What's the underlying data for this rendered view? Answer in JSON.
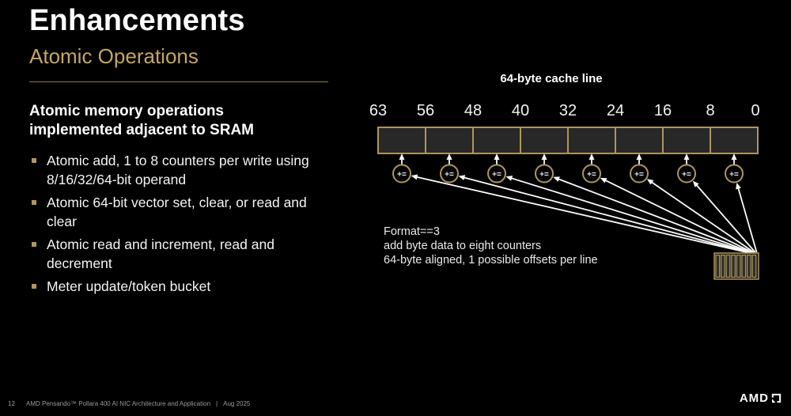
{
  "slide": {
    "title": "Enhancements",
    "subtitle": "Atomic Operations",
    "content": {
      "heading": "Atomic memory operations\nimplemented adjacent to SRAM",
      "bullets": [
        "Atomic add, 1 to 8 counters per write using\n8/16/32/64-bit operand",
        "Atomic 64-bit vector set, clear, or read and\nclear",
        "Atomic read and increment, read and\ndecrement",
        "Meter update/token bucket"
      ]
    },
    "diagram": {
      "title": "64-byte cache line",
      "bit_labels": [
        "63",
        "56",
        "48",
        "40",
        "32",
        "24",
        "16",
        "8",
        "0"
      ],
      "cache_cell_count": 8,
      "counter_symbol": "+=",
      "caption": [
        "Format==3",
        "add byte data to eight counters",
        "64-byte aligned, 1 possible offsets per line"
      ],
      "source_bar_count": 8
    },
    "footer": {
      "page_number": "12",
      "doc_title": "AMD Pensando™ Pollara 400 AI NIC Architecture and Application",
      "separator": "|",
      "date": "Aug 2025",
      "logo_text": "AMD"
    },
    "colors": {
      "background": "#000000",
      "accent_gold": "#C6A65F",
      "border_gold": "#AE965B",
      "divider_gold": "#8A7845",
      "text_white": "#FFFFFF",
      "footer_gray": "#9A9A9A",
      "cell_fill": "#282828"
    }
  }
}
